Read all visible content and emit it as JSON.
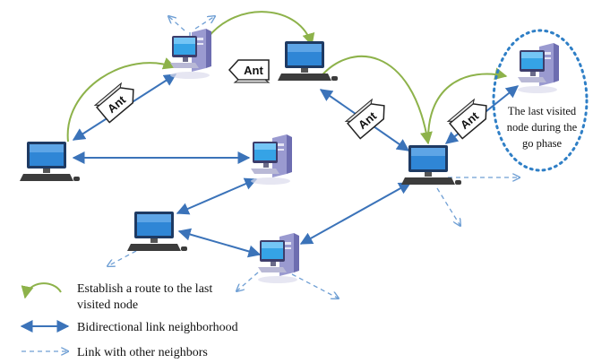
{
  "ant_label": "Ant",
  "last_node_label": {
    "line1": "The last visited",
    "line2": "node during the",
    "line3": "go phase"
  },
  "legend": {
    "route_line1": "Establish a route to the last",
    "route_line2": "visited node",
    "bidirectional": "Bidirectional link neighborhood",
    "other": "Link with other neighbors"
  },
  "colors": {
    "route_arc": "#8db24a",
    "link": "#3b73b9",
    "dashed_link": "#6f9fd4",
    "last_node_circle": "#2f7fc6"
  },
  "icons": [
    "desktop-computer-icon",
    "tower-computer-icon",
    "ant-packet-icon"
  ]
}
